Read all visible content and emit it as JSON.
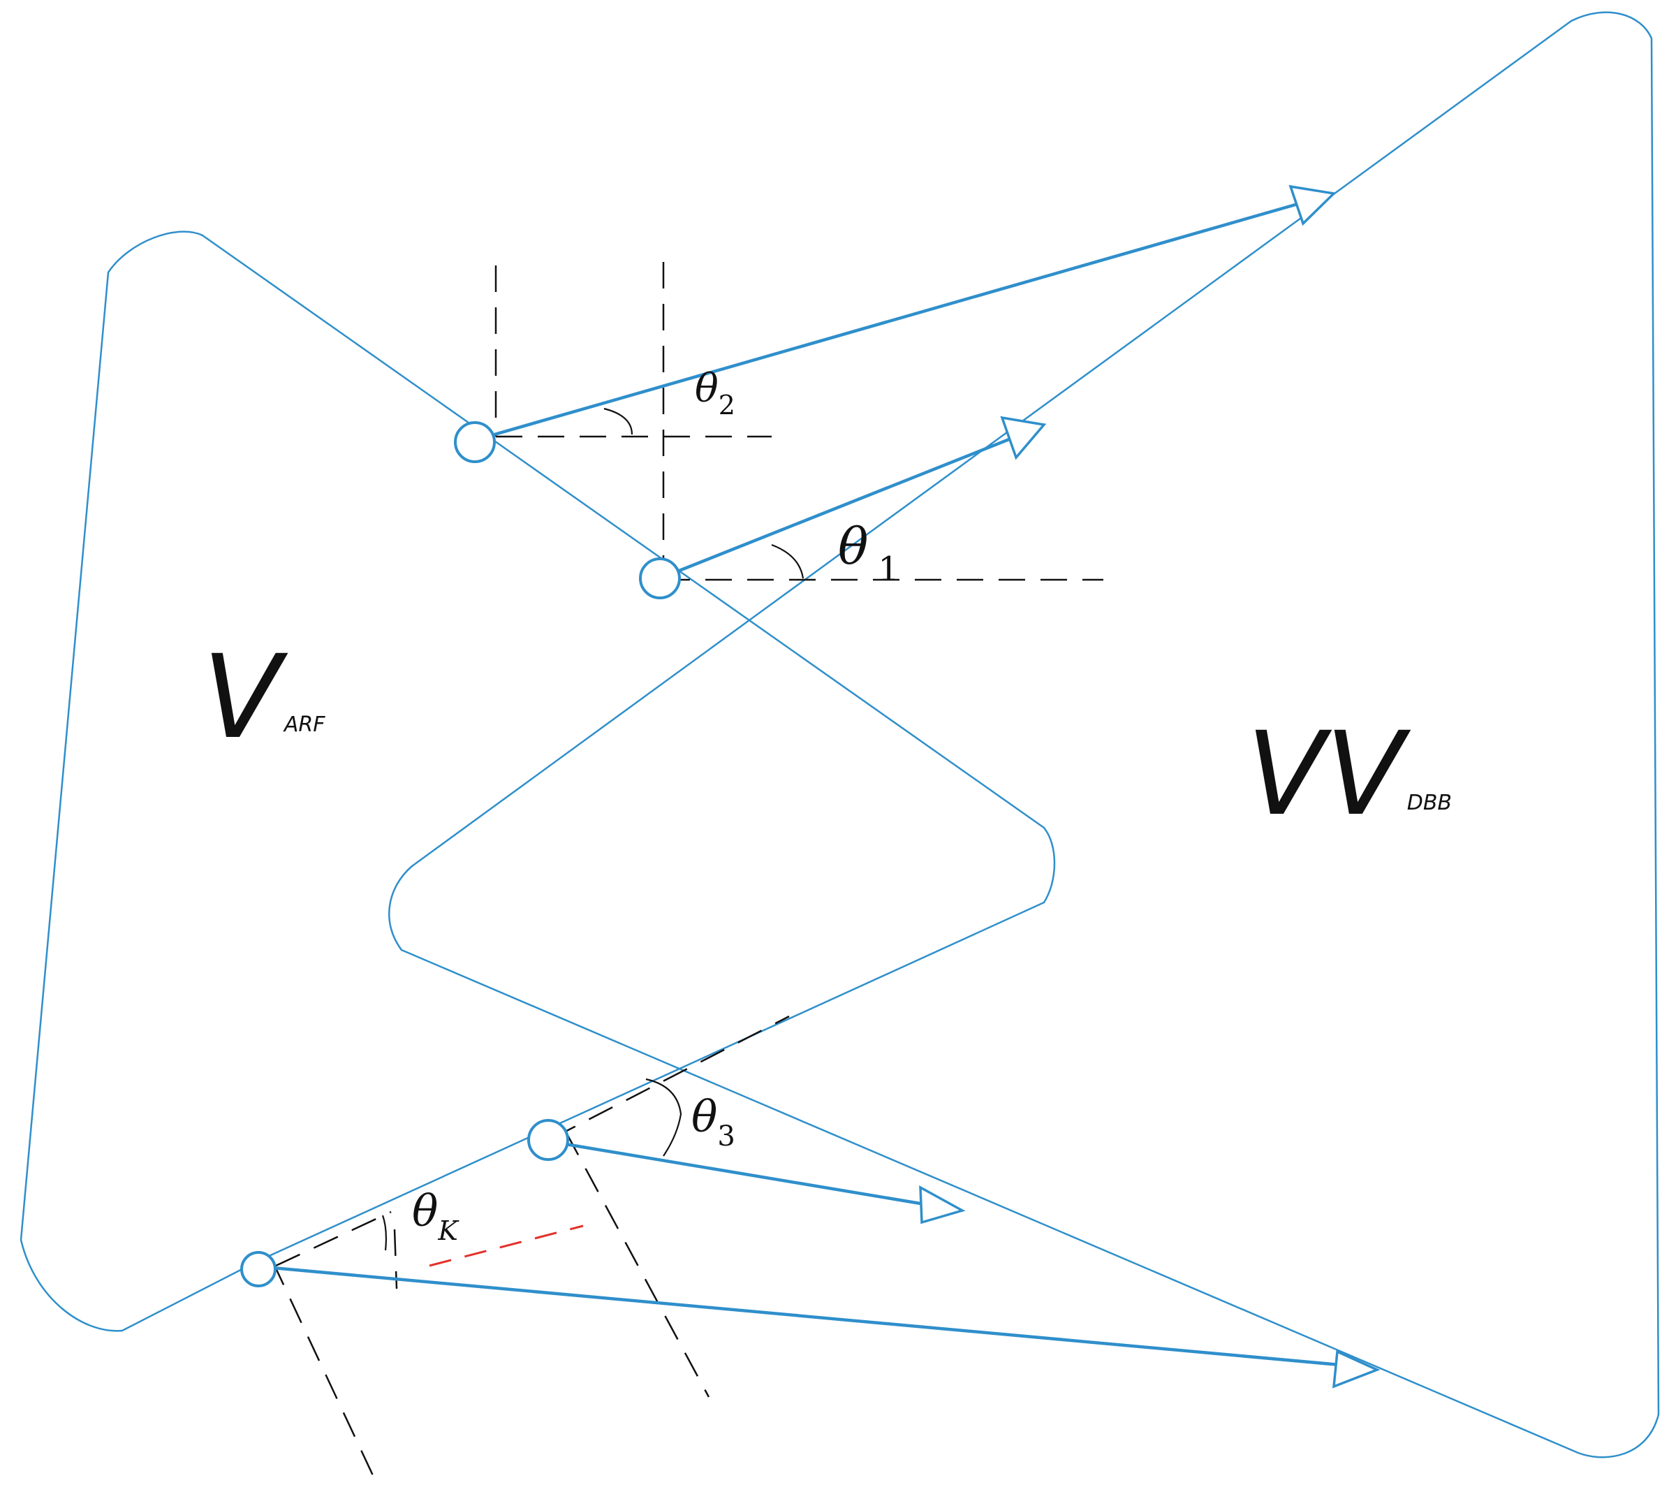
{
  "labels": {
    "theta2": {
      "symbol": "θ",
      "sub": "2"
    },
    "theta1": {
      "symbol": "θ",
      "sub": "1"
    },
    "theta3": {
      "symbol": "θ",
      "sub": "3"
    },
    "thetaK": {
      "symbol": "θ",
      "sub": "K"
    },
    "left_region": {
      "main": "V",
      "sub": "ARF"
    },
    "right_region": {
      "main": "VV",
      "sub": "DBB"
    }
  },
  "colors": {
    "outline": "#2f8fcb",
    "reference_dash": "#111111",
    "highlight_dash": "#e3302a"
  }
}
